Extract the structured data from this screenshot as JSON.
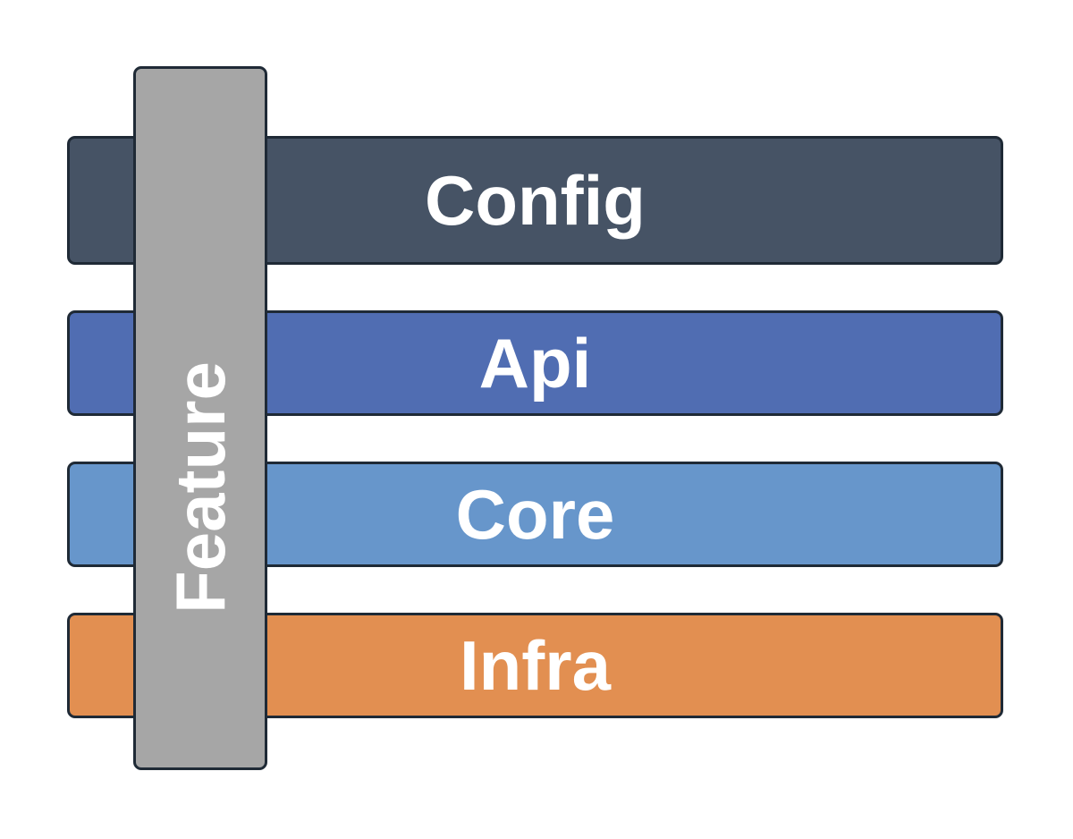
{
  "layers": [
    {
      "id": "config",
      "label": "Config",
      "color": "#465365"
    },
    {
      "id": "api",
      "label": "Api",
      "color": "#506db2"
    },
    {
      "id": "core",
      "label": "Core",
      "color": "#6796cb"
    },
    {
      "id": "infra",
      "label": "Infra",
      "color": "#e28f51"
    }
  ],
  "feature": {
    "label": "Feature",
    "color": "#a6a6a6"
  },
  "colors": {
    "border": "#1f2a36",
    "text": "#ffffff",
    "background": "#ffffff"
  }
}
